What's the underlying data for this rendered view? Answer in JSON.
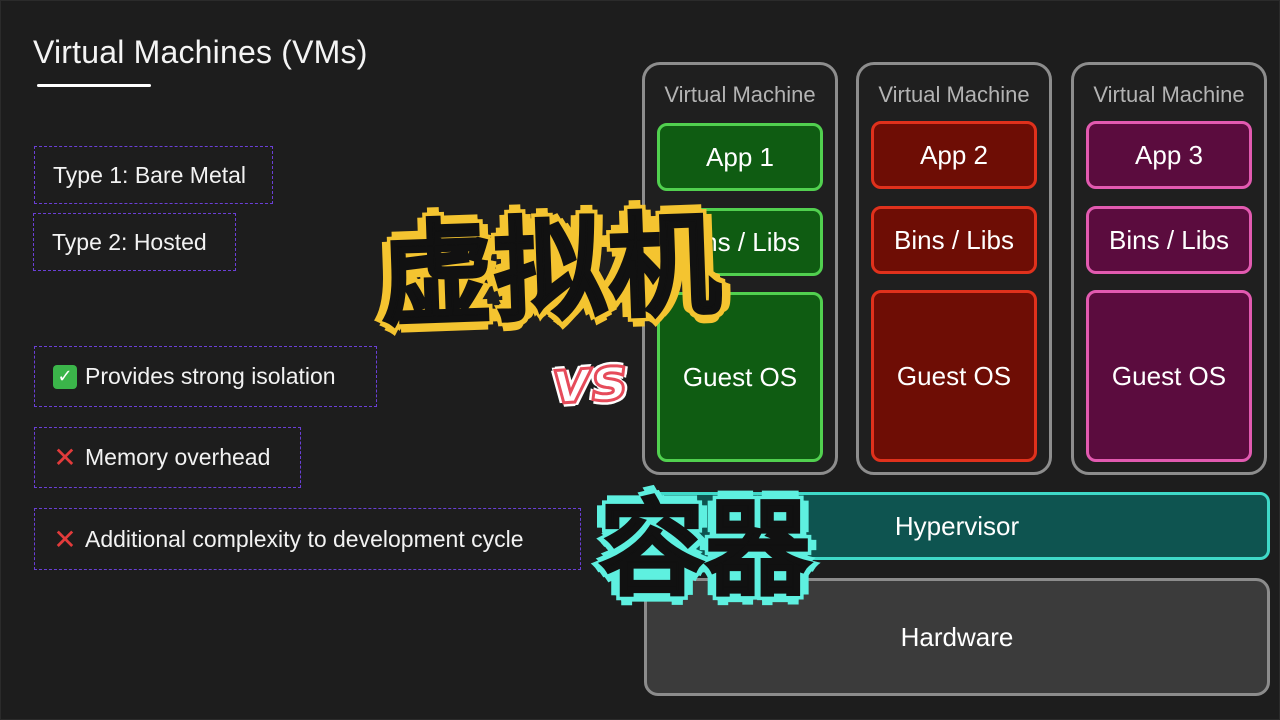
{
  "title": "Virtual Machines (VMs)",
  "hypervisor_types": [
    "Type 1: Bare Metal",
    "Type 2: Hosted"
  ],
  "points": [
    {
      "icon": "check-icon",
      "symbol": "✓",
      "text": "Provides strong isolation"
    },
    {
      "icon": "cross-icon",
      "symbol": "✕",
      "text": "Memory overhead"
    },
    {
      "icon": "cross-icon",
      "symbol": "✕",
      "text": "Additional complexity to development cycle"
    }
  ],
  "vms": [
    {
      "label": "Virtual Machine",
      "app": "App 1",
      "bins": "Bins / Libs",
      "os": "Guest OS",
      "color": "#51d04f"
    },
    {
      "label": "Virtual Machine",
      "app": "App 2",
      "bins": "Bins / Libs",
      "os": "Guest OS",
      "color": "#e0311c"
    },
    {
      "label": "Virtual Machine",
      "app": "App 3",
      "bins": "Bins / Libs",
      "os": "Guest OS",
      "color": "#e25ab0"
    }
  ],
  "hypervisor": "Hypervisor",
  "hardware": "Hardware",
  "overlay": {
    "vm_cn": "虚拟机",
    "vs": "vs",
    "container_cn": "容器"
  }
}
